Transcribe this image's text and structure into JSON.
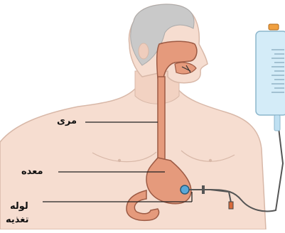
{
  "labels": {
    "esophagus": "مری",
    "stomach": "معده",
    "feeding_tube_line1": "لوله",
    "feeding_tube_line2": "تغذیه"
  },
  "colors": {
    "skin": "#f6ddd0",
    "skin_outline": "#d8b8a8",
    "hair": "#c9c9c9",
    "organ": "#e59a7c",
    "organ_outline": "#9c5a44",
    "bag": "#d4ecf8",
    "bag_outline": "#8cb6cc",
    "cap": "#f0a040",
    "tube": "#555555",
    "leader": "#222222"
  }
}
